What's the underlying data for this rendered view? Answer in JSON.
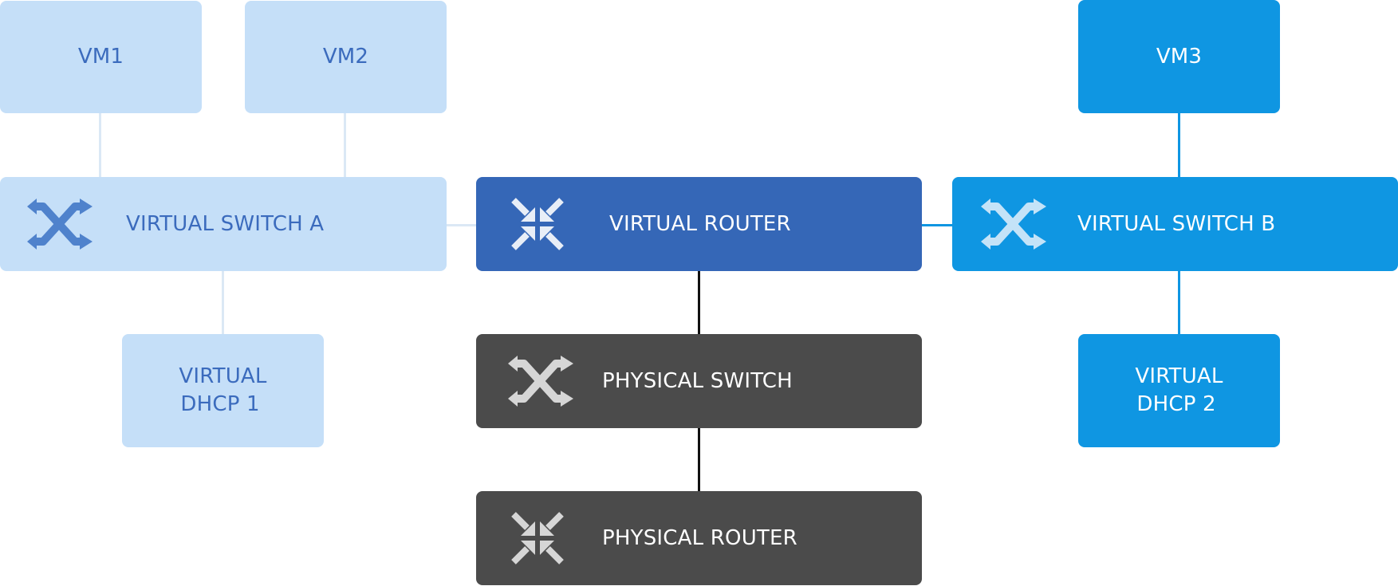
{
  "nodes": {
    "vm1": {
      "label": "VM1"
    },
    "vm2": {
      "label": "VM2"
    },
    "vm3": {
      "label": "VM3"
    },
    "virtual_switch_a": {
      "label": "VIRTUAL SWITCH A",
      "icon": "switch-icon"
    },
    "virtual_router": {
      "label": "VIRTUAL ROUTER",
      "icon": "router-icon"
    },
    "virtual_switch_b": {
      "label": "VIRTUAL SWITCH B",
      "icon": "switch-icon"
    },
    "virtual_dhcp_1": {
      "label_line1": "VIRTUAL",
      "label_line2": "DHCP 1"
    },
    "virtual_dhcp_2": {
      "label_line1": "VIRTUAL",
      "label_line2": "DHCP 2"
    },
    "physical_switch": {
      "label": "PHYSICAL SWITCH",
      "icon": "switch-icon"
    },
    "physical_router": {
      "label": "PHYSICAL ROUTER",
      "icon": "router-icon"
    }
  },
  "connections": [
    [
      "vm1",
      "virtual_switch_a"
    ],
    [
      "vm2",
      "virtual_switch_a"
    ],
    [
      "virtual_switch_a",
      "virtual_dhcp_1"
    ],
    [
      "virtual_switch_a",
      "virtual_router"
    ],
    [
      "virtual_router",
      "virtual_switch_b"
    ],
    [
      "vm3",
      "virtual_switch_b"
    ],
    [
      "virtual_switch_b",
      "virtual_dhcp_2"
    ],
    [
      "virtual_router",
      "physical_switch"
    ],
    [
      "physical_switch",
      "physical_router"
    ]
  ],
  "colors": {
    "light_box": "#c5dff8",
    "light_text": "#3b6bbd",
    "router_box": "#3567b7",
    "bright_box": "#0f96e2",
    "dark_box": "#4b4b4b",
    "light_wire": "#dbe8f5",
    "bright_wire": "#0f96e2",
    "dark_wire": "#111111"
  }
}
